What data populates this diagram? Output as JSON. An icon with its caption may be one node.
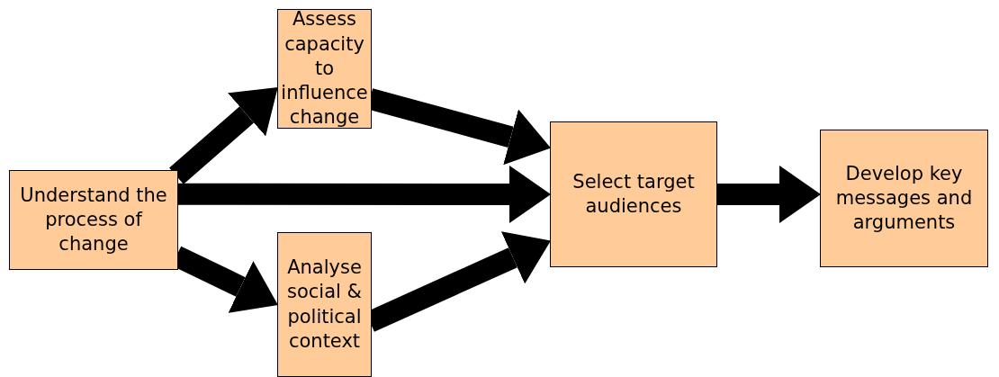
{
  "diagram": {
    "nodes": [
      {
        "text": [
          "Understand the process of change"
        ]
      },
      {
        "text": [
          "Assess capacity to influence change"
        ]
      },
      {
        "text": [
          "Analyse social & political context"
        ]
      },
      {
        "text": [
          "Select target audiences"
        ]
      },
      {
        "text": [
          "Develop key messages and arguments"
        ]
      }
    ],
    "edges": [
      {
        "from": 0,
        "to": 1,
        "arrow": "to"
      },
      {
        "from": 0,
        "to": 3,
        "arrow": "to"
      },
      {
        "from": 0,
        "to": 2,
        "arrow": "to"
      },
      {
        "from": 1,
        "to": 3,
        "arrow": "to"
      },
      {
        "from": 2,
        "to": 3,
        "arrow": "to"
      },
      {
        "from": 3,
        "to": 4,
        "arrow": "to"
      }
    ]
  }
}
